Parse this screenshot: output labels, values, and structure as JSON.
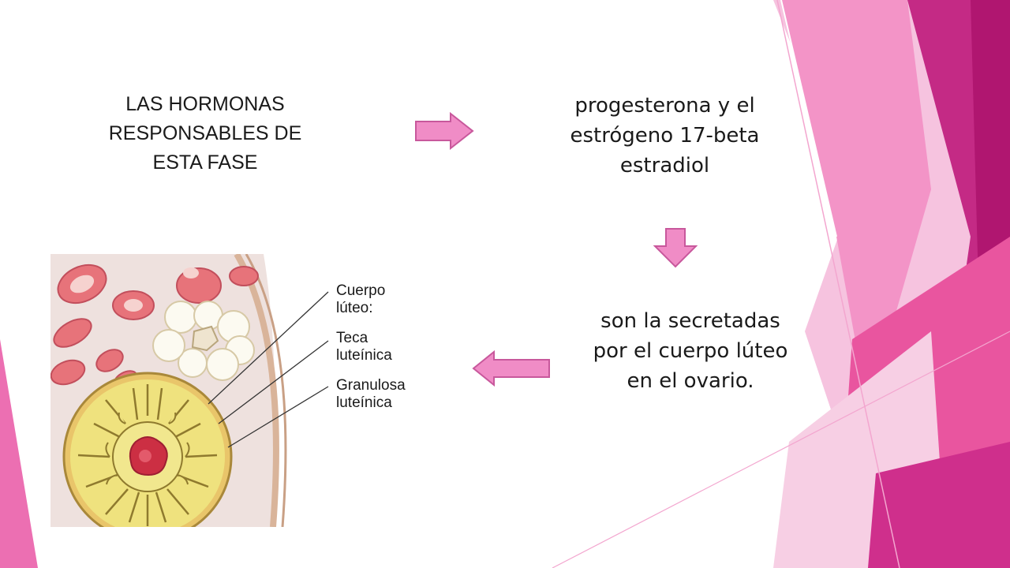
{
  "slide": {
    "left_text": "LAS HORMONAS RESPONSABLES DE ESTA FASE",
    "hormones_text": "progesterona y el estrógeno 17-beta estradiol",
    "secreted_text": "son la secretadas por el cuerpo lúteo en el ovario."
  },
  "figure": {
    "label_cuerpo_1": "Cuerpo",
    "label_cuerpo_2": "lúteo:",
    "label_teca_1": "Teca",
    "label_teca_2": "luteínica",
    "label_granulosa_1": "Granulosa",
    "label_granulosa_2": "luteínica"
  },
  "colors": {
    "arrow_fill": "#f08cc6",
    "arrow_stroke": "#c8589c",
    "accent_dark": "#b51a6f",
    "accent_mid": "#e0489d",
    "accent_light": "#f7b7da"
  }
}
